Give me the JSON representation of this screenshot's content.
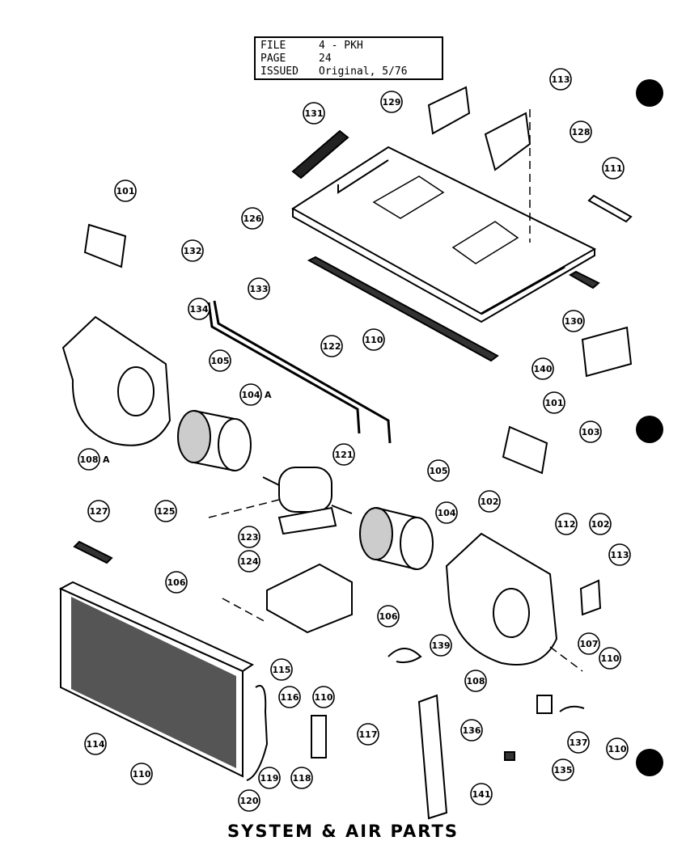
{
  "info": {
    "file_label": "FILE",
    "file_value": "4 - PKH",
    "page_label": "PAGE",
    "page_value": "24",
    "issued_label": "ISSUED",
    "issued_value": "Original, 5/76"
  },
  "caption": "SYSTEM & AIR PARTS",
  "labels": [
    {
      "id": "101a",
      "text": "101"
    },
    {
      "id": "101b",
      "text": "101"
    },
    {
      "id": "102a",
      "text": "102"
    },
    {
      "id": "102b",
      "text": "102"
    },
    {
      "id": "103",
      "text": "103"
    },
    {
      "id": "104",
      "text": "104"
    },
    {
      "id": "104a",
      "text": "104"
    },
    {
      "id": "105a",
      "text": "105"
    },
    {
      "id": "105b",
      "text": "105"
    },
    {
      "id": "106a",
      "text": "106"
    },
    {
      "id": "106b",
      "text": "106"
    },
    {
      "id": "107",
      "text": "107"
    },
    {
      "id": "108",
      "text": "108"
    },
    {
      "id": "108a",
      "text": "108"
    },
    {
      "id": "110a",
      "text": "110"
    },
    {
      "id": "110b",
      "text": "110"
    },
    {
      "id": "110c",
      "text": "110"
    },
    {
      "id": "110d",
      "text": "110"
    },
    {
      "id": "110e",
      "text": "110"
    },
    {
      "id": "111",
      "text": "111"
    },
    {
      "id": "112",
      "text": "112"
    },
    {
      "id": "113a",
      "text": "113"
    },
    {
      "id": "113b",
      "text": "113"
    },
    {
      "id": "114",
      "text": "114"
    },
    {
      "id": "115",
      "text": "115"
    },
    {
      "id": "116",
      "text": "116"
    },
    {
      "id": "117",
      "text": "117"
    },
    {
      "id": "118",
      "text": "118"
    },
    {
      "id": "119",
      "text": "119"
    },
    {
      "id": "120",
      "text": "120"
    },
    {
      "id": "121",
      "text": "121"
    },
    {
      "id": "122",
      "text": "122"
    },
    {
      "id": "123",
      "text": "123"
    },
    {
      "id": "124",
      "text": "124"
    },
    {
      "id": "125",
      "text": "125"
    },
    {
      "id": "126",
      "text": "126"
    },
    {
      "id": "127",
      "text": "127"
    },
    {
      "id": "128",
      "text": "128"
    },
    {
      "id": "129",
      "text": "129"
    },
    {
      "id": "130",
      "text": "130"
    },
    {
      "id": "131",
      "text": "131"
    },
    {
      "id": "132",
      "text": "132"
    },
    {
      "id": "133",
      "text": "133"
    },
    {
      "id": "134",
      "text": "134"
    },
    {
      "id": "135",
      "text": "135"
    },
    {
      "id": "136",
      "text": "136"
    },
    {
      "id": "137",
      "text": "137"
    },
    {
      "id": "139",
      "text": "139"
    },
    {
      "id": "140",
      "text": "140"
    },
    {
      "id": "141",
      "text": "141"
    }
  ],
  "suffix_a": "A"
}
